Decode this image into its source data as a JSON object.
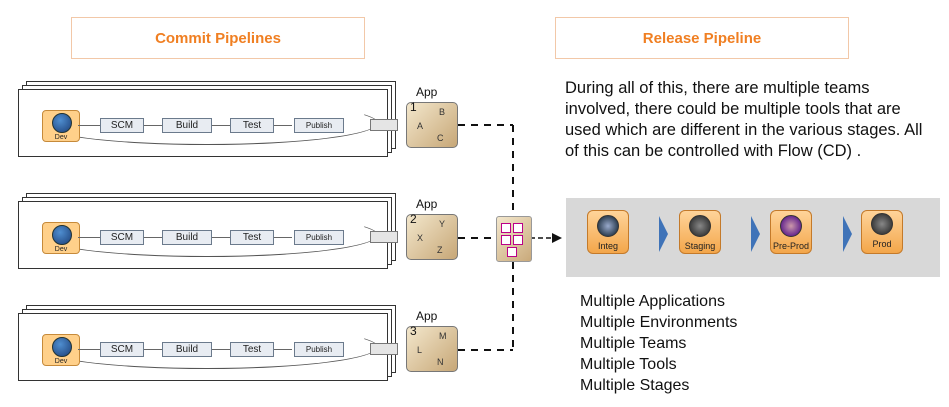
{
  "headers": {
    "commit": "Commit Pipelines",
    "release": "Release Pipeline"
  },
  "pipelines": [
    {
      "app_label": "App",
      "app_number": "1",
      "boxes": [
        "B",
        "A",
        "C"
      ]
    },
    {
      "app_label": "App",
      "app_number": "2",
      "boxes": [
        "Y",
        "X",
        "Z"
      ]
    },
    {
      "app_label": "App",
      "app_number": "3",
      "boxes": [
        "M",
        "L",
        "N"
      ]
    }
  ],
  "stages": {
    "dev": "Dev",
    "scm": "SCM",
    "build": "Build",
    "test": "Test",
    "publish": "Publish"
  },
  "description": "During all of this, there are multiple teams involved, there could be multiple tools that are used which are different in the various stages.  All of this can be controlled with Flow (CD) .",
  "environments": [
    "Integ",
    "Staging",
    "Pre-Prod",
    "Prod"
  ],
  "list_items": [
    "Multiple Applications",
    "Multiple Environments",
    "Multiple Teams",
    "Multiple Tools",
    "Multiple Stages"
  ],
  "colors": {
    "header_text": "#f07f22",
    "env_fill": "#f3a64a",
    "chevron": "#3f73b8"
  }
}
